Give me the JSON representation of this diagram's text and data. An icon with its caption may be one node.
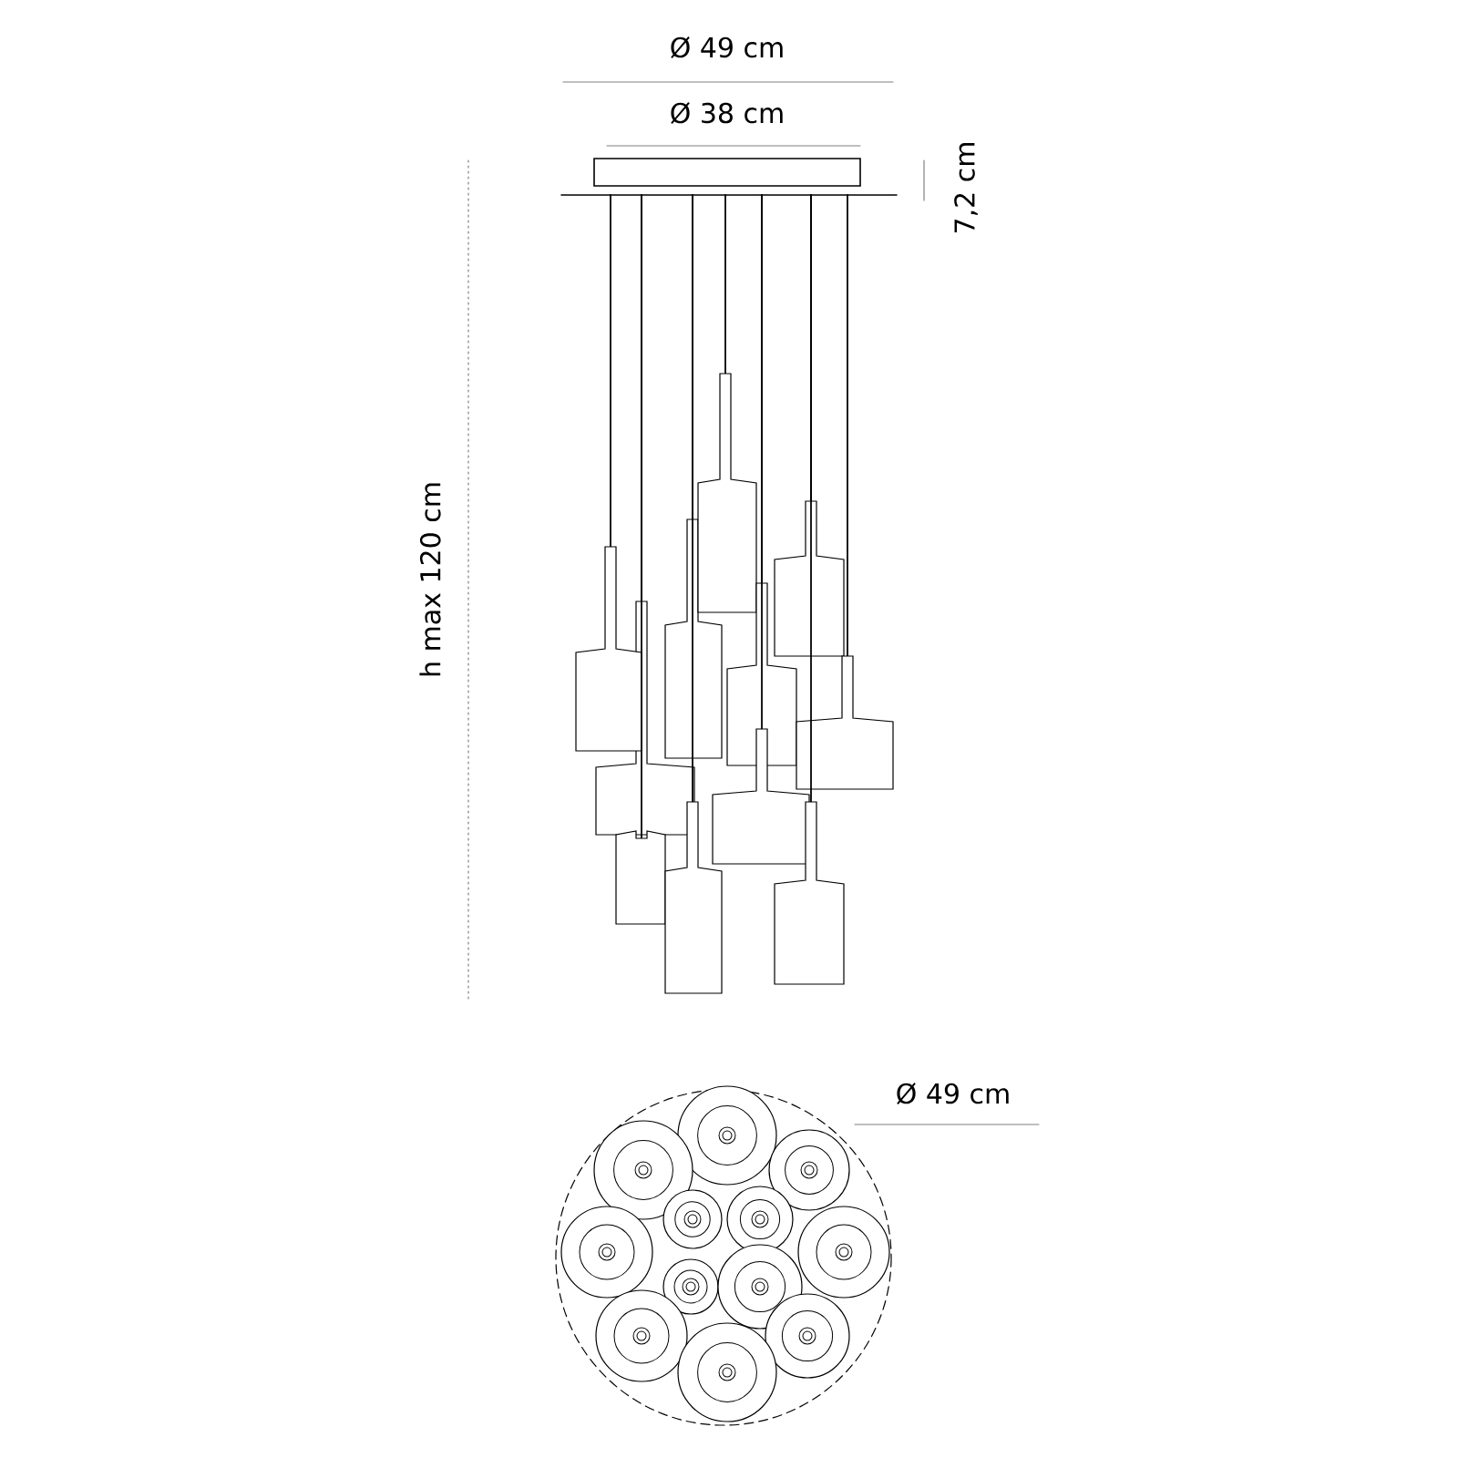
{
  "diagram": {
    "labels": [
      "Ø 49 cm",
      "Ø 38 cm",
      "7,2 cm",
      "h max 120 cm",
      "Ø 49 cm"
    ]
  }
}
